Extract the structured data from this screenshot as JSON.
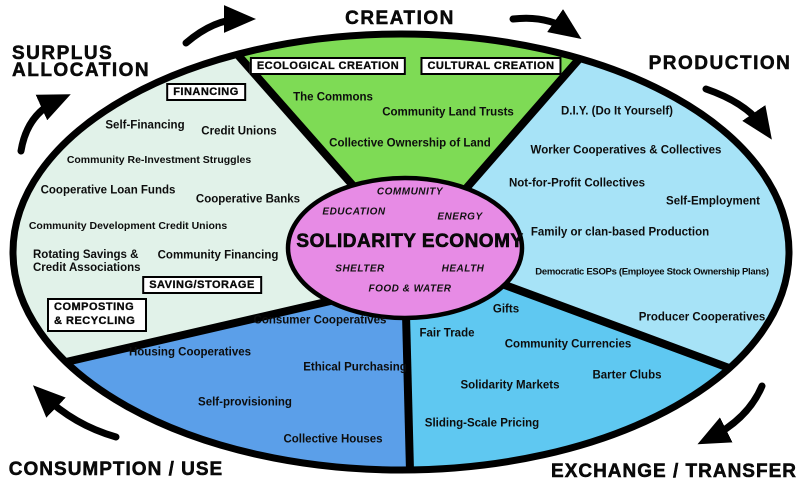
{
  "center": {
    "color": "#E78BE5",
    "title": "SOLIDARITY ECONOMY",
    "values": [
      "COMMUNITY",
      "EDUCATION",
      "ENERGY",
      "SHELTER",
      "HEALTH",
      "FOOD & WATER"
    ]
  },
  "stages": {
    "creation": "CREATION",
    "production": "PRODUCTION",
    "exchange": "EXCHANGE / TRANSFER",
    "consumption": "CONSUMPTION / USE",
    "surplus_line1": "SURPLUS",
    "surplus_line2": "ALLOCATION"
  },
  "sectors": {
    "creation": {
      "color": "#7EDB55",
      "tags": [
        "ECOLOGICAL CREATION",
        "CULTURAL CREATION"
      ],
      "items": [
        "The Commons",
        "Community Land Trusts",
        "Collective Ownership of Land"
      ]
    },
    "production": {
      "color": "#A7E3F7",
      "items": [
        "D.I.Y. (Do It Yourself)",
        "Worker Cooperatives & Collectives",
        "Not-for-Profit Collectives",
        "Self-Employment",
        "Family or clan-based Production",
        "Democratic ESOPs (Employee Stock Ownership Plans)",
        "Producer Cooperatives"
      ]
    },
    "exchange": {
      "color": "#5FC8F1",
      "items": [
        "Gifts",
        "Fair Trade",
        "Community Currencies",
        "Barter Clubs",
        "Solidarity Markets",
        "Sliding-Scale Pricing"
      ]
    },
    "consumption": {
      "color": "#5B9FE9",
      "items": [
        "Consumer Cooperatives",
        "Housing Cooperatives",
        "Ethical Purchasing",
        "Self-provisioning",
        "Collective Houses"
      ]
    },
    "surplus": {
      "color": "#E1F2E9",
      "tags": [
        "FINANCING",
        "SAVING/STORAGE",
        "COMPOSTING & RECYCLING"
      ],
      "items": [
        "Self-Financing",
        "Credit Unions",
        "Community Re-Investment Struggles",
        "Cooperative Loan Funds",
        "Cooperative Banks",
        "Community Development Credit Unions",
        "Rotating Savings & Credit Associations",
        "Community Financing"
      ]
    }
  }
}
